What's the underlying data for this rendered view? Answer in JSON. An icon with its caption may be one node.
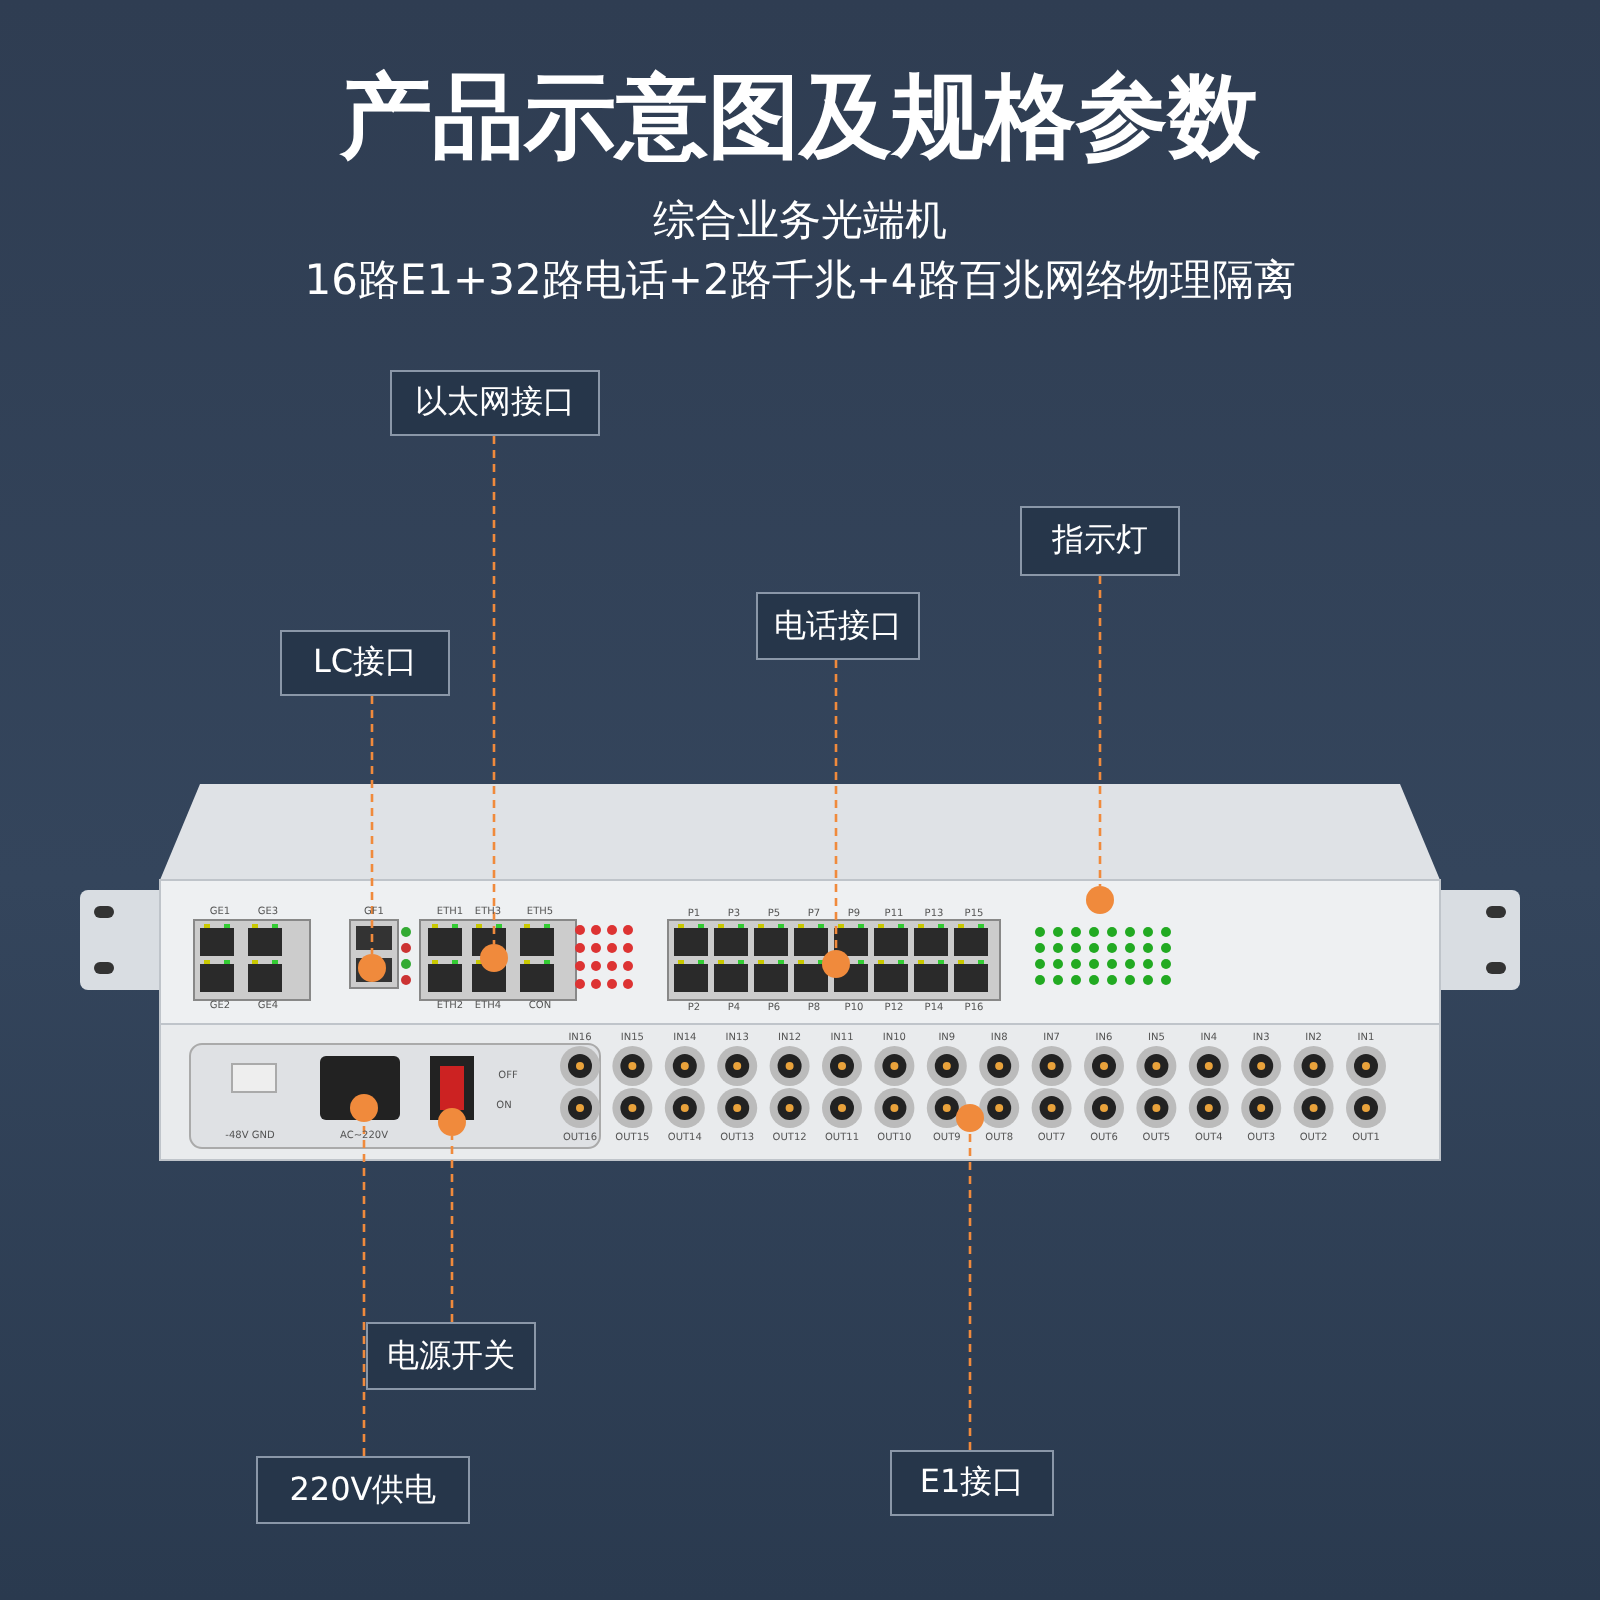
{
  "diagram": {
    "title": "产品示意图及规格参数",
    "nodes": [
      {
        "text": [
          "以太网接口"
        ]
      },
      {
        "text": [
          "指示灯"
        ]
      },
      {
        "text": [
          "LC接口"
        ]
      },
      {
        "text": [
          "电话接口"
        ]
      },
      {
        "text": [],
        "shape": "circle"
      },
      {
        "text": [],
        "shape": "circle"
      },
      {
        "text": [],
        "shape": "circle"
      },
      {
        "text": [],
        "shape": "circle"
      },
      {
        "text": [],
        "shape": "circle"
      },
      {
        "text": [],
        "shape": "circle"
      },
      {
        "text": [],
        "shape": "circle"
      },
      {
        "text": [
          "电源开关"
        ]
      },
      {
        "text": [
          "220V供电"
        ]
      },
      {
        "text": [
          "E1接口"
        ]
      }
    ],
    "edges": [
      {
        "from": 0,
        "to": 7,
        "arrow": "none"
      },
      {
        "from": 1,
        "to": 10,
        "arrow": "none"
      },
      {
        "from": 2,
        "to": 5,
        "arrow": "none"
      },
      {
        "from": 3,
        "to": 8,
        "arrow": "none"
      },
      {
        "from": 11,
        "to": 6,
        "arrow": "none"
      },
      {
        "from": 12,
        "to": 4,
        "arrow": "none"
      },
      {
        "from": 13,
        "to": 9,
        "arrow": "none"
      }
    ],
    "labels": [
      "综合业务光端机",
      "16路E1+32路电话+2路千兆+4路百兆网络物理隔离",
      "GE1",
      "GE3",
      "GF1",
      "ETH1",
      "ETH3",
      "ETH5",
      "P1",
      "P3",
      "P5",
      "P7",
      "P9",
      "P11",
      "P13",
      "P15",
      "GE2",
      "GE4",
      "ETH2",
      "ETH4",
      "CON",
      "P2",
      "P4",
      "P6",
      "P8",
      "P10",
      "P12",
      "P14",
      "P16",
      "IN16",
      "IN15",
      "IN14",
      "IN13",
      "IN12",
      "IN11",
      "IN10",
      "IN9",
      "IN8",
      "IN7",
      "IN6",
      "IN5",
      "IN4",
      "IN3",
      "IN2",
      "IN1",
      "OFF",
      "ON",
      "-48V GND",
      "AC~220V",
      "OUT16",
      "OUT15",
      "OUT14",
      "OUT13",
      "OUT12",
      "OUT11",
      "OUT10",
      "OUT9",
      "OUT8",
      "OUT7",
      "OUT6",
      "OUT5",
      "OUT4",
      "OUT3",
      "OUT2",
      "OUT1"
    ]
  }
}
